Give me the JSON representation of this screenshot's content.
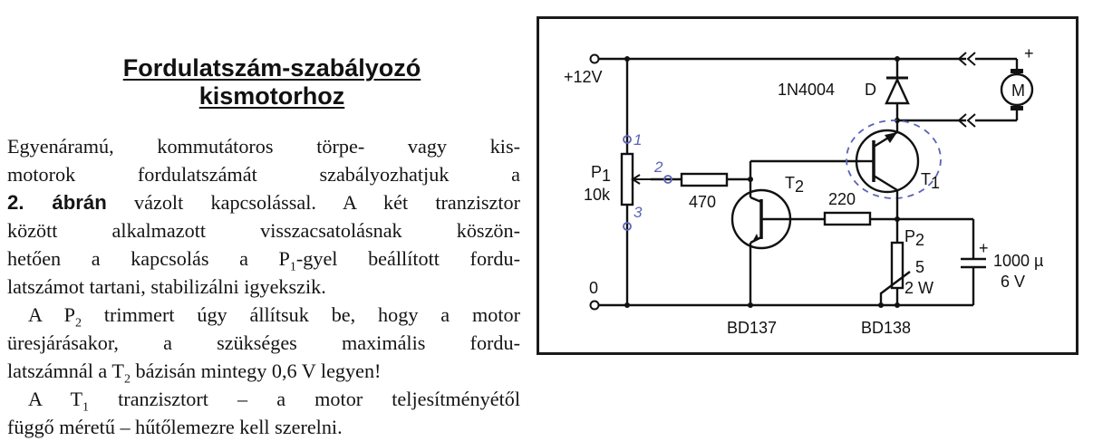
{
  "article": {
    "title_line1": "Fordulatszám-szabályozó",
    "title_line2": "kismotorhoz",
    "para1": {
      "line1": "Egyenáramú, kommutátoros törpe- vagy kis-",
      "line2": "motorok fordulatszámát szabályozhatjuk a",
      "line3_bold": "2. ábrán",
      "line3_rest": " vázolt kapcsolással. A két tranzisztor",
      "line4": "között alkalmazott visszacsatolásnak köszön-",
      "line5_pre": "hetően a kapcsolás a P",
      "line5_sub": "1",
      "line5_post": "-gyel beállított fordu-",
      "line6": "latszámot tartani, stabilizálni igyekszik."
    },
    "para2": {
      "line1_pre": "A P",
      "line1_sub": "2",
      "line1_post": " trimmert úgy állítsuk be, hogy a motor",
      "line2": "üresjárásakor, a szükséges maximális fordu-",
      "line3_pre": "latszámnál a T",
      "line3_sub": "2",
      "line3_post": " bázisán mintegy 0,6 V legyen!"
    },
    "para3": {
      "line1_pre": "A T",
      "line1_sub": "1",
      "line1_post": " tranzisztort – a motor teljesítményétől",
      "line2": "függő méretű – hűtőlemezre kell szerelni."
    }
  },
  "schematic": {
    "labels": {
      "supply": "+12V",
      "ground": "0",
      "p1_name": "P",
      "p1_sub": "1",
      "p1_value": "10k",
      "r1_value": "470",
      "t2_name": "T",
      "t2_sub": "2",
      "r2_value": "220",
      "diode_part": "1N4004",
      "diode_name": "D",
      "motor": "M",
      "motor_plus": "+",
      "t1_name": "T",
      "t1_sub": "1",
      "p2_name": "P",
      "p2_sub": "2",
      "p2_value1": "5",
      "p2_value2": "2 W",
      "cap_plus": "+",
      "cap_value1": "1000 µ",
      "cap_value2": "6 V",
      "t2_part": "BD137",
      "t1_part": "BD138"
    },
    "handwritten": {
      "pin1": "1",
      "pin2": "2",
      "pin3": "3"
    },
    "colors": {
      "ink": "#111111",
      "pencil": "#5a63b8"
    }
  }
}
